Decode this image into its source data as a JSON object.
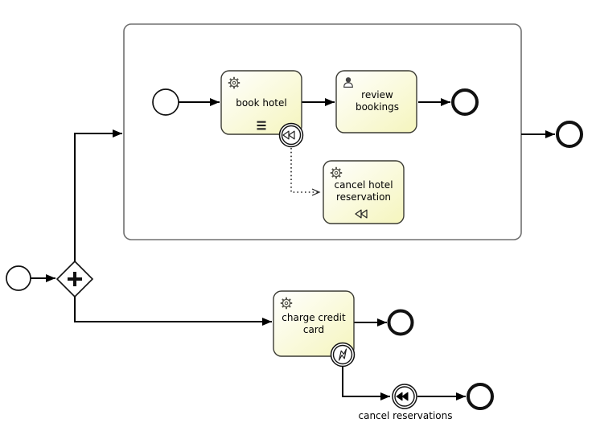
{
  "process": {
    "tasks": [
      {
        "name": "book-hotel-task",
        "label": "book hotel",
        "lines": [
          "book hotel"
        ],
        "type": "service-task",
        "icon": "gear-icon",
        "markers": [
          "sequential-multi-instance-marker",
          "compensation-boundary-event"
        ]
      },
      {
        "name": "review-bookings-task",
        "label": "review bookings",
        "lines": [
          "review",
          "bookings"
        ],
        "type": "user-task",
        "icon": "user-icon",
        "markers": []
      },
      {
        "name": "cancel-hotel-reservation-task",
        "label": "cancel hotel reservation",
        "lines": [
          "cancel hotel",
          "reservation"
        ],
        "type": "service-task",
        "icon": "gear-icon",
        "markers": [
          "compensation-marker"
        ]
      },
      {
        "name": "charge-credit-card-task",
        "label": "charge credit card",
        "lines": [
          "charge credit",
          "card"
        ],
        "type": "service-task",
        "icon": "gear-icon",
        "markers": [
          "error-boundary-event"
        ]
      }
    ],
    "gateway": {
      "name": "parallel-gateway",
      "type": "parallel",
      "symbol": "+"
    },
    "events": [
      {
        "name": "outer-start-event",
        "kind": "start"
      },
      {
        "name": "subprocess-start-event",
        "kind": "start"
      },
      {
        "name": "subprocess-end-event",
        "kind": "end"
      },
      {
        "name": "outer-end-event",
        "kind": "end"
      },
      {
        "name": "charge-end-event",
        "kind": "end"
      },
      {
        "name": "compensation-boundary-event",
        "kind": "boundary-compensation",
        "icon": "rewind-outline-icon"
      },
      {
        "name": "error-boundary-event",
        "kind": "boundary-error",
        "icon": "lightning-icon"
      },
      {
        "name": "compensation-throw-event",
        "kind": "intermediate-compensation-throw",
        "icon": "rewind-filled-icon",
        "label": "cancel reservations"
      },
      {
        "name": "final-end-event",
        "kind": "end"
      }
    ],
    "subprocess": {
      "name": "booking-subprocess"
    },
    "colors": {
      "background": "#ffffff",
      "task_fill_top": "#ffffff",
      "task_fill_bottom": "#f5f5bd",
      "task_border": "#3b3b33",
      "subprocess_border": "#707070",
      "flow": "#000000",
      "icon": "#57574f",
      "text": "#000000"
    }
  }
}
